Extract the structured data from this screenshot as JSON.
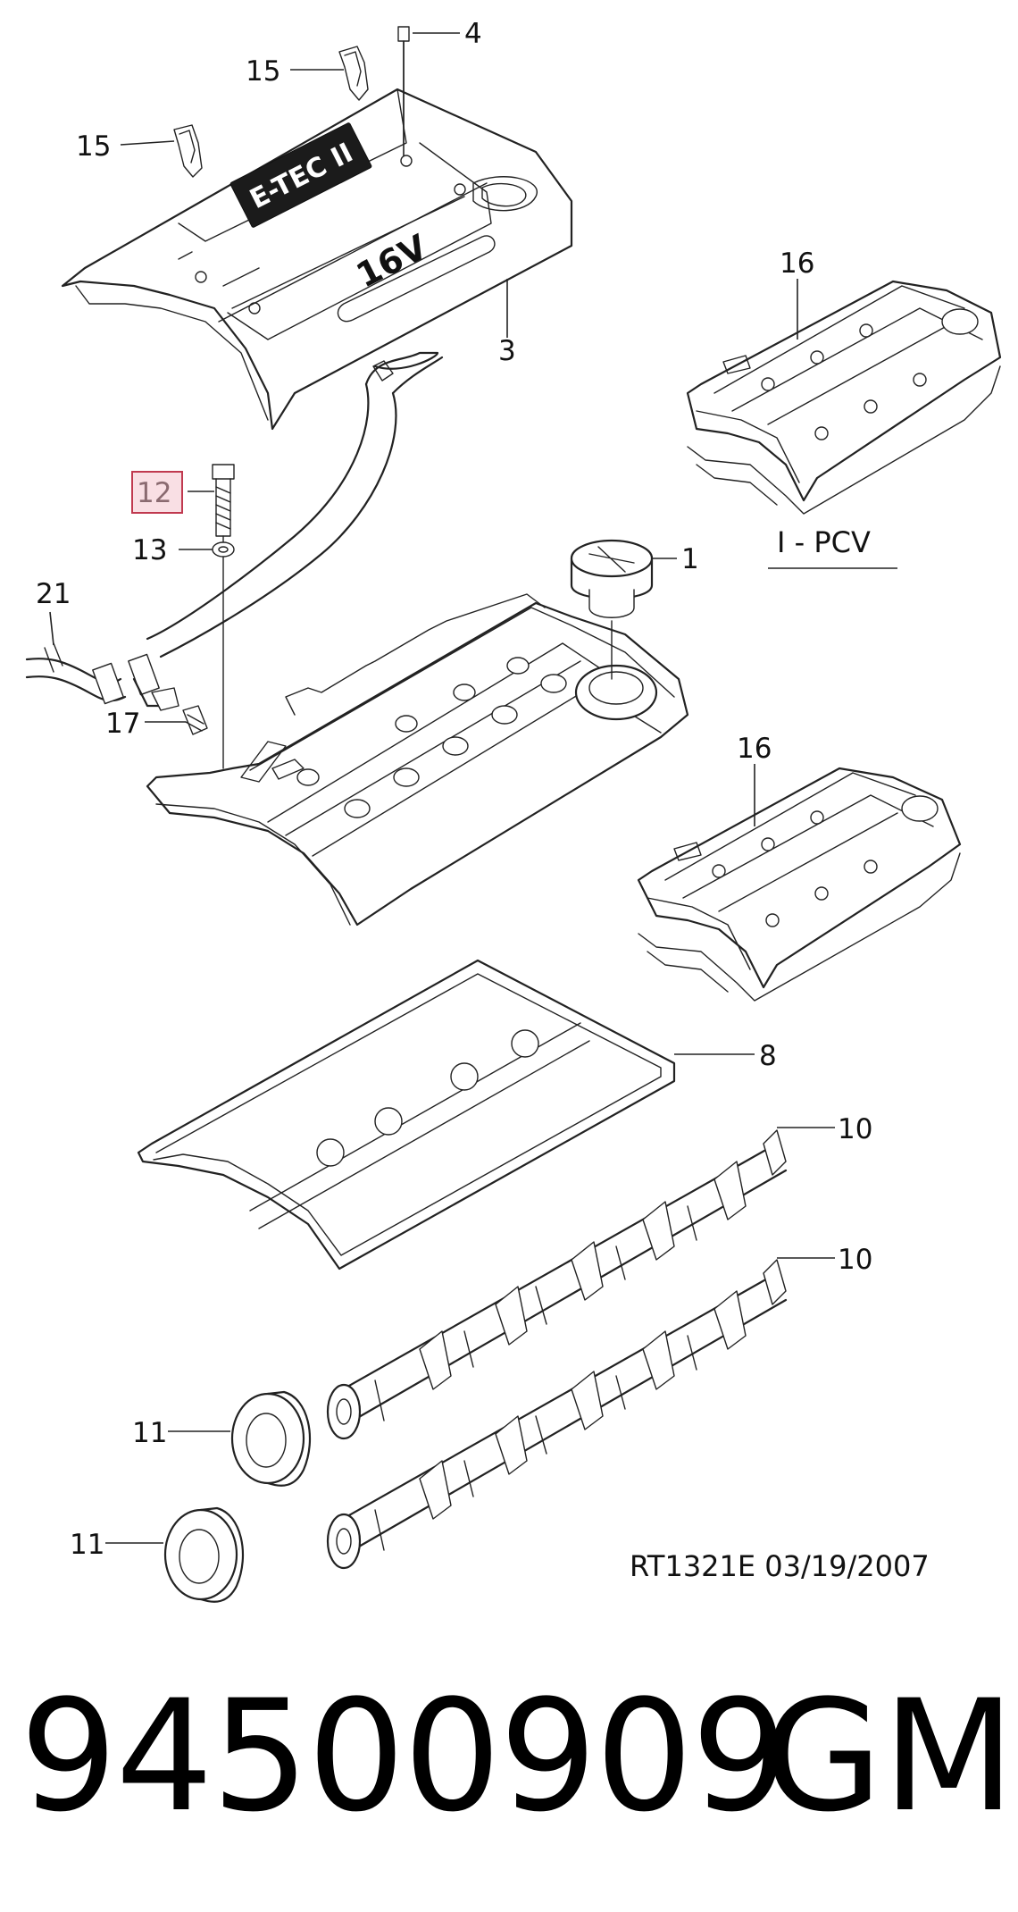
{
  "callouts": [
    {
      "id": "c4",
      "label": "4"
    },
    {
      "id": "c15a",
      "label": "15"
    },
    {
      "id": "c15b",
      "label": "15"
    },
    {
      "id": "c3",
      "label": "3"
    },
    {
      "id": "c16a",
      "label": "16"
    },
    {
      "id": "c12",
      "label": "12",
      "highlighted": true
    },
    {
      "id": "c13",
      "label": "13"
    },
    {
      "id": "c1",
      "label": "1"
    },
    {
      "id": "c21",
      "label": "21"
    },
    {
      "id": "c17",
      "label": "17"
    },
    {
      "id": "c16b",
      "label": "16"
    },
    {
      "id": "c8",
      "label": "8"
    },
    {
      "id": "c10a",
      "label": "10"
    },
    {
      "id": "c10b",
      "label": "10"
    },
    {
      "id": "c11a",
      "label": "11"
    },
    {
      "id": "c11b",
      "label": "11"
    }
  ],
  "cover_text": {
    "logo": "E-TEC II",
    "engine": "16V"
  },
  "pcv_label": "I - PCV",
  "drawing_ref": "RT1321E  03/19/2007",
  "part_number": "94500909",
  "brand": "GM",
  "colors": {
    "highlight_fill": "#f9dfe4",
    "highlight_stroke": "#c0394f",
    "line": "#222222"
  }
}
